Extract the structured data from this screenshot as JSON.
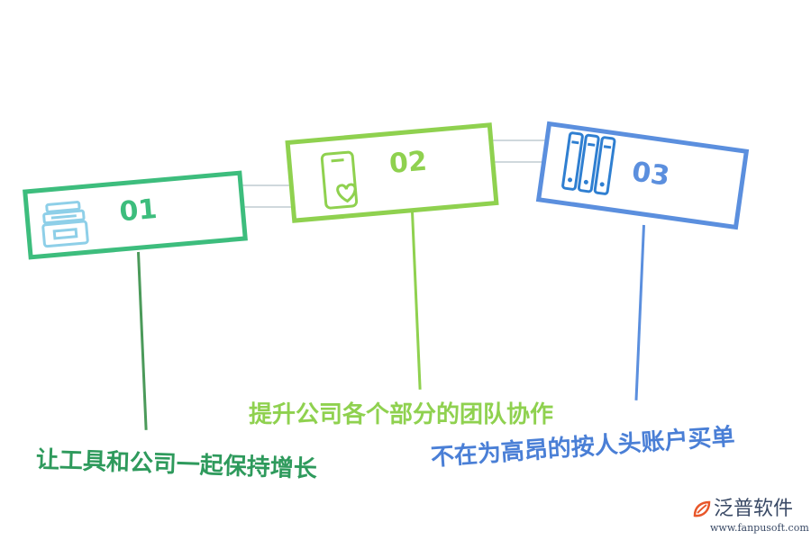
{
  "steps": [
    {
      "number": "01",
      "caption": "让工具和公司一起保持增长",
      "color": "#3dbd7d",
      "caption_color": "#2e9a5c",
      "icon": "inbox-tray-icon"
    },
    {
      "number": "02",
      "caption": "提升公司各个部分的团队协作",
      "color": "#8fd14f",
      "caption_color": "#8fd14f",
      "icon": "phone-heart-icon"
    },
    {
      "number": "03",
      "caption": "不在为高昂的按人头账户买单",
      "color": "#5b8fde",
      "caption_color": "#4a7fd6",
      "icon": "binders-icon"
    }
  ],
  "logo": {
    "name": "泛普软件",
    "url": "www.fanpusoft.com"
  }
}
